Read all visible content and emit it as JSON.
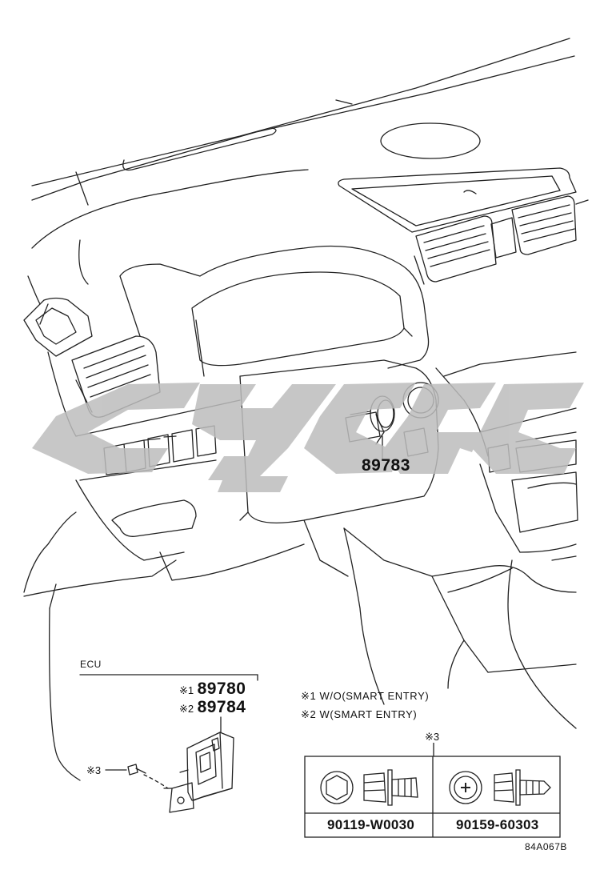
{
  "labels": {
    "switch_part": "89783",
    "ecu_title": "ECU",
    "ecu_part_1_mark": "※1",
    "ecu_part_1": "89780",
    "ecu_part_2_mark": "※2",
    "ecu_part_2": "89784",
    "bolt_ref": "※3",
    "box_ref": "※3"
  },
  "notes": [
    {
      "mark": "※1",
      "text": "W/O(SMART ENTRY)"
    },
    {
      "mark": "※2",
      "text": "W(SMART ENTRY)"
    }
  ],
  "fastener_options": [
    {
      "part_number": "90119-W0030",
      "icon": "hex-bolt-icon"
    },
    {
      "part_number": "90159-60303",
      "icon": "phillips-bolt-icon"
    }
  ],
  "watermark": "CYCGC",
  "diagram_code": "84A067B"
}
